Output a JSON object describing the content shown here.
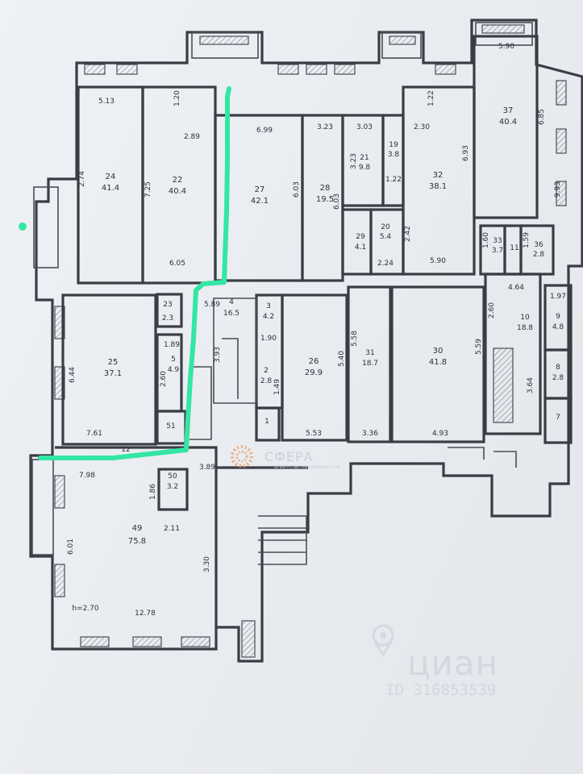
{
  "rooms": [
    {
      "num": "24",
      "area": "41.4"
    },
    {
      "num": "22",
      "area": "40.4"
    },
    {
      "num": "27",
      "area": "42.1"
    },
    {
      "num": "28",
      "area": "19.5"
    },
    {
      "num": "21",
      "area": "9.8"
    },
    {
      "num": "19",
      "area": "3.8"
    },
    {
      "num": "32",
      "area": "38.1"
    },
    {
      "num": "37",
      "area": "40.4"
    },
    {
      "num": "29",
      "area": "4.1"
    },
    {
      "num": "20",
      "area": "5.4"
    },
    {
      "num": "33",
      "area": "3.7"
    },
    {
      "num": "11",
      "area": ""
    },
    {
      "num": "36",
      "area": "2.8"
    },
    {
      "num": "23",
      "area": "2.3"
    },
    {
      "num": "4",
      "area": "16.5"
    },
    {
      "num": "3",
      "area": "4.2"
    },
    {
      "num": "25",
      "area": "37.1"
    },
    {
      "num": "5",
      "area": "4.9"
    },
    {
      "num": "2",
      "area": "2.8"
    },
    {
      "num": "26",
      "area": "29.9"
    },
    {
      "num": "31",
      "area": "18.7"
    },
    {
      "num": "30",
      "area": "41.8"
    },
    {
      "num": "10",
      "area": "18.8"
    },
    {
      "num": "9",
      "area": "4.8"
    },
    {
      "num": "8",
      "area": "2.8"
    },
    {
      "num": "7",
      "area": ""
    },
    {
      "num": "51",
      "area": ""
    },
    {
      "num": "1",
      "area": ""
    },
    {
      "num": "50",
      "area": "3.2"
    },
    {
      "num": "49",
      "area": "75.8"
    }
  ],
  "dims": [
    "5.13",
    "1.20",
    "2.89",
    "6.99",
    "3.23",
    "3.03",
    "2.30",
    "1.22",
    "5.90",
    "6.85",
    "9.93",
    "2.74",
    "7.25",
    "6.03",
    "6.03",
    "3.23",
    "1.22",
    "2.42",
    "2.24",
    "5.90",
    "6.05",
    "1.60",
    "1.59",
    "4.64",
    "1.97",
    "5.89",
    "6.44",
    "2.60",
    "1.89",
    "1.90",
    "3.93",
    "1.49",
    "5.40",
    "5.58",
    "5.59",
    "3.64",
    "7.61",
    "5.53",
    "3.36",
    "4.93",
    "7.98",
    "1.86",
    "3.89",
    "6.01",
    "2.11",
    "3.30",
    "h=2.70",
    "12.78",
    "2.60",
    "6.93",
    "12"
  ],
  "watermark": {
    "brand": "СФЕРА",
    "subtitle": "агентство недвижимости",
    "site": "циан",
    "listing_id": "ID 316853539"
  },
  "colors": {
    "route": "#33e6a4",
    "walls": "#3a3d44",
    "paper": "#eef1f5"
  }
}
